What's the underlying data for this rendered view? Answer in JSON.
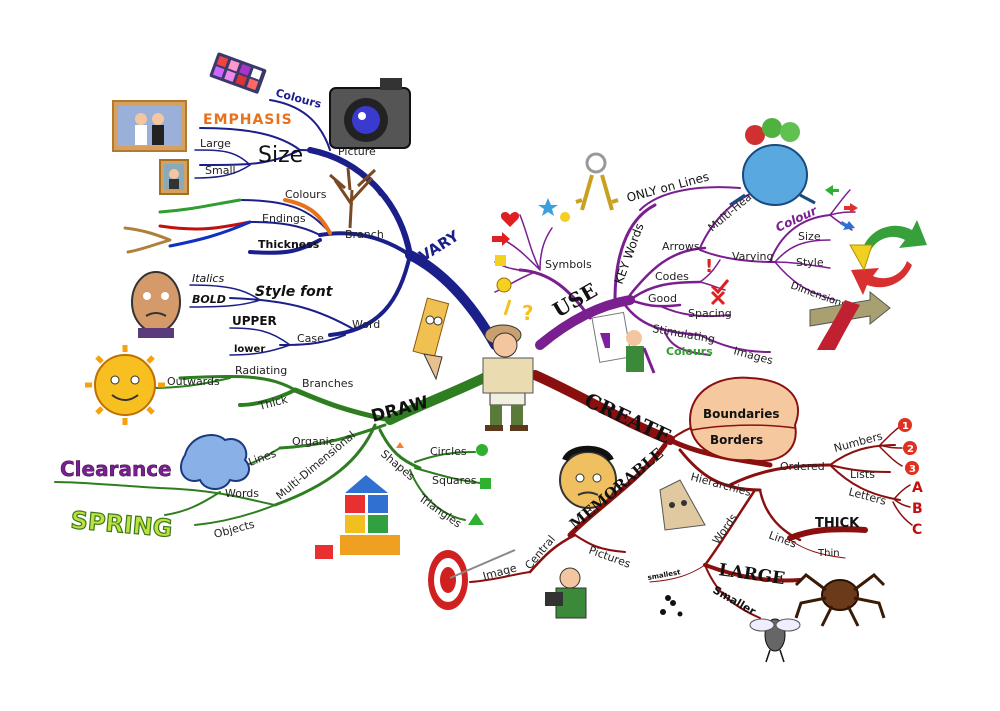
{
  "center": {
    "icon": "explorer-with-map-icon"
  },
  "vary": {
    "main": "VARY",
    "picture": "Picture",
    "colours_pic": "Colours",
    "emphasis": "EMPHASIS",
    "size": "Size",
    "large": "Large",
    "small": "Small",
    "branch": "Branch",
    "colours_br": "Colours",
    "endings": "Endings",
    "thickness": "Thickness",
    "word": "Word",
    "italics": "Italics",
    "bold": "BOLD",
    "style_font": "Style font",
    "upper": "UPPER",
    "case": "Case",
    "lower": "lower"
  },
  "use": {
    "main": "USE",
    "symbols": "Symbols",
    "key_words": "KEY Words",
    "only_on_lines": "ONLY on Lines",
    "multi_headed": "Multi-Headed",
    "arrows": "Arrows",
    "varying": "Varying",
    "colour": "Colour",
    "size": "Size",
    "style": "Style",
    "dimensions": "Dimensions",
    "codes": "Codes",
    "good": "Good",
    "spacing": "Spacing",
    "stimulating": "Stimulating",
    "colours": "Colours",
    "images": "Images"
  },
  "draw": {
    "main": "DRAW",
    "branches": "Branches",
    "radiating": "Radiating",
    "outwards": "Outwards",
    "thick": "Thick",
    "organic": "Organic",
    "lines": "Lines",
    "shapes": "Shapes",
    "circles": "Circles",
    "squares": "Squares",
    "triangles": "Triangles",
    "multi_dimensional": "Multi-Dimensional",
    "words": "Words",
    "objects": "Objects",
    "clearance": "Clearance",
    "spring": "SPRING"
  },
  "create": {
    "main": "CREATE",
    "boundaries": "Boundaries",
    "borders": "Borders",
    "hierarchies": "Hierarchies",
    "ordered": "Ordered",
    "numbers": "Numbers",
    "lists": "Lists",
    "letters": "Letters",
    "a": "A",
    "b": "B",
    "c": "C",
    "n1": "1",
    "n2": "2",
    "n3": "3",
    "lines": "Lines",
    "thick": "THICK",
    "thin": "Thin",
    "words": "Words",
    "large": "LARGE",
    "smaller": "Smaller",
    "smallest": "smallest"
  },
  "memorable": {
    "main": "MEMORABLE",
    "central": "Central",
    "image": "Image",
    "pictures": "Pictures"
  },
  "colors": {
    "vary": "#1b1f8a",
    "use": "#7a1f8f",
    "draw": "#2e7d20",
    "create": "#8a1010",
    "accent_orange": "#e8721c"
  }
}
